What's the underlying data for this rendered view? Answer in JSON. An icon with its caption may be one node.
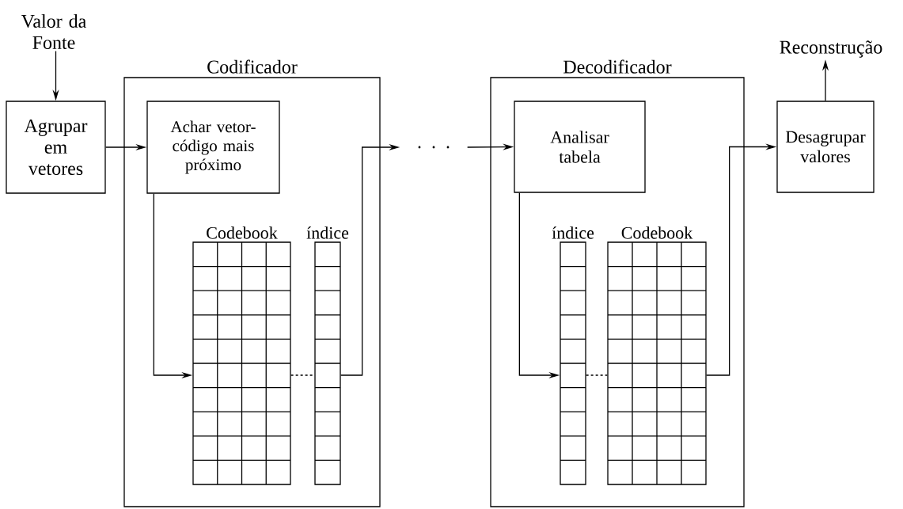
{
  "diagram": {
    "nodes": [
      {
        "text": [
          "Valor da Fonte"
        ]
      },
      {
        "text": [
          "Agrupar em vetores"
        ]
      },
      {
        "text": [
          "Codificador"
        ]
      },
      {
        "text": [
          "Achar vetor-código mais próximo"
        ],
        "in": 2
      },
      {
        "text": [
          "Codebook"
        ],
        "in": 2
      },
      {
        "text": [
          "índice"
        ],
        "in": 2
      },
      {
        "text": [
          ". . ."
        ]
      },
      {
        "text": [
          "Decodificador"
        ]
      },
      {
        "text": [
          "Analisar tabela"
        ],
        "in": 7
      },
      {
        "text": [
          "índice"
        ],
        "in": 7
      },
      {
        "text": [
          "Codebook"
        ],
        "in": 7
      },
      {
        "text": [
          "Desagrupar valores"
        ]
      },
      {
        "text": [
          "Reconstrução"
        ]
      }
    ],
    "edges": [
      {
        "from": 0,
        "to": 1,
        "arrow": "to"
      },
      {
        "from": 1,
        "to": 3,
        "arrow": "to"
      },
      {
        "from": 3,
        "to": 4,
        "arrow": "to"
      },
      {
        "from": 4,
        "to": 5,
        "arrow": "none",
        "style": "dashed"
      },
      {
        "from": 5,
        "to": 6,
        "arrow": "to"
      },
      {
        "from": 6,
        "to": 8,
        "arrow": "to"
      },
      {
        "from": 8,
        "to": 9,
        "arrow": "to"
      },
      {
        "from": 9,
        "to": 10,
        "arrow": "none",
        "style": "dashed"
      },
      {
        "from": 10,
        "to": 11,
        "arrow": "to"
      },
      {
        "from": 11,
        "to": 12,
        "arrow": "to"
      }
    ]
  }
}
